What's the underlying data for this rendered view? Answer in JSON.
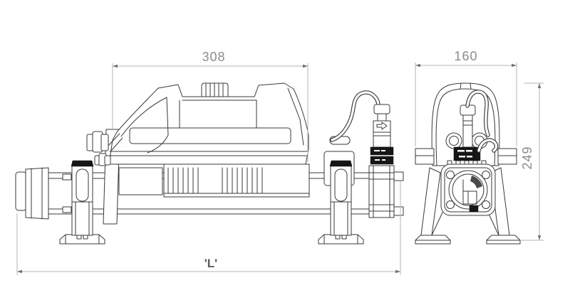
{
  "drawing": {
    "dimensions": {
      "housing_length": {
        "label": "308"
      },
      "overall_width": {
        "label": "160"
      },
      "overall_height": {
        "label": "249"
      },
      "overall_length": {
        "label": "'L'"
      }
    },
    "symbols": {
      "flow_arrow": "right-arrow"
    },
    "colors": {
      "background": "#ffffff",
      "line": "#3a3a3a",
      "solid_fill": "#161616",
      "dimension_line": "#b6b6b6",
      "dimension_text": "#8c8c8c",
      "length_text": "#5a5a5a"
    }
  }
}
